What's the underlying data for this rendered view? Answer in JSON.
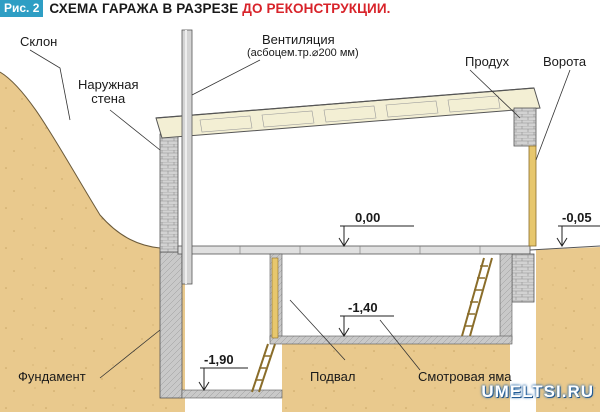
{
  "header": {
    "badge": "Рис. 2",
    "title": "СХЕМА ГАРАЖА В РАЗРЕЗЕ",
    "title_accent": "ДО РЕКОНСТРУКЦИИ."
  },
  "labels": {
    "slope": "Склон",
    "outer_wall_1": "Наружная",
    "outer_wall_2": "стена",
    "ventilation": "Вентиляция",
    "ventilation_detail": "(асбоцем.тр.⌀200 мм)",
    "vent_hole": "Продух",
    "gate": "Ворота",
    "foundation": "Фундамент",
    "basement": "Подвал",
    "inspection_pit": "Смотровая яма"
  },
  "levels": {
    "floor": "0,00",
    "ground_out": "-0,05",
    "pit_floor": "-1,40",
    "cellar_floor": "-1,90"
  },
  "watermark": "UMELTSI.RU",
  "colors": {
    "accent_red": "#d8232a",
    "badge_blue": "#2e9ec4",
    "soil": "#e8c68a",
    "brick": "#cdcdcd",
    "roof": "#f3efd4",
    "wood": "#e7c76d"
  }
}
